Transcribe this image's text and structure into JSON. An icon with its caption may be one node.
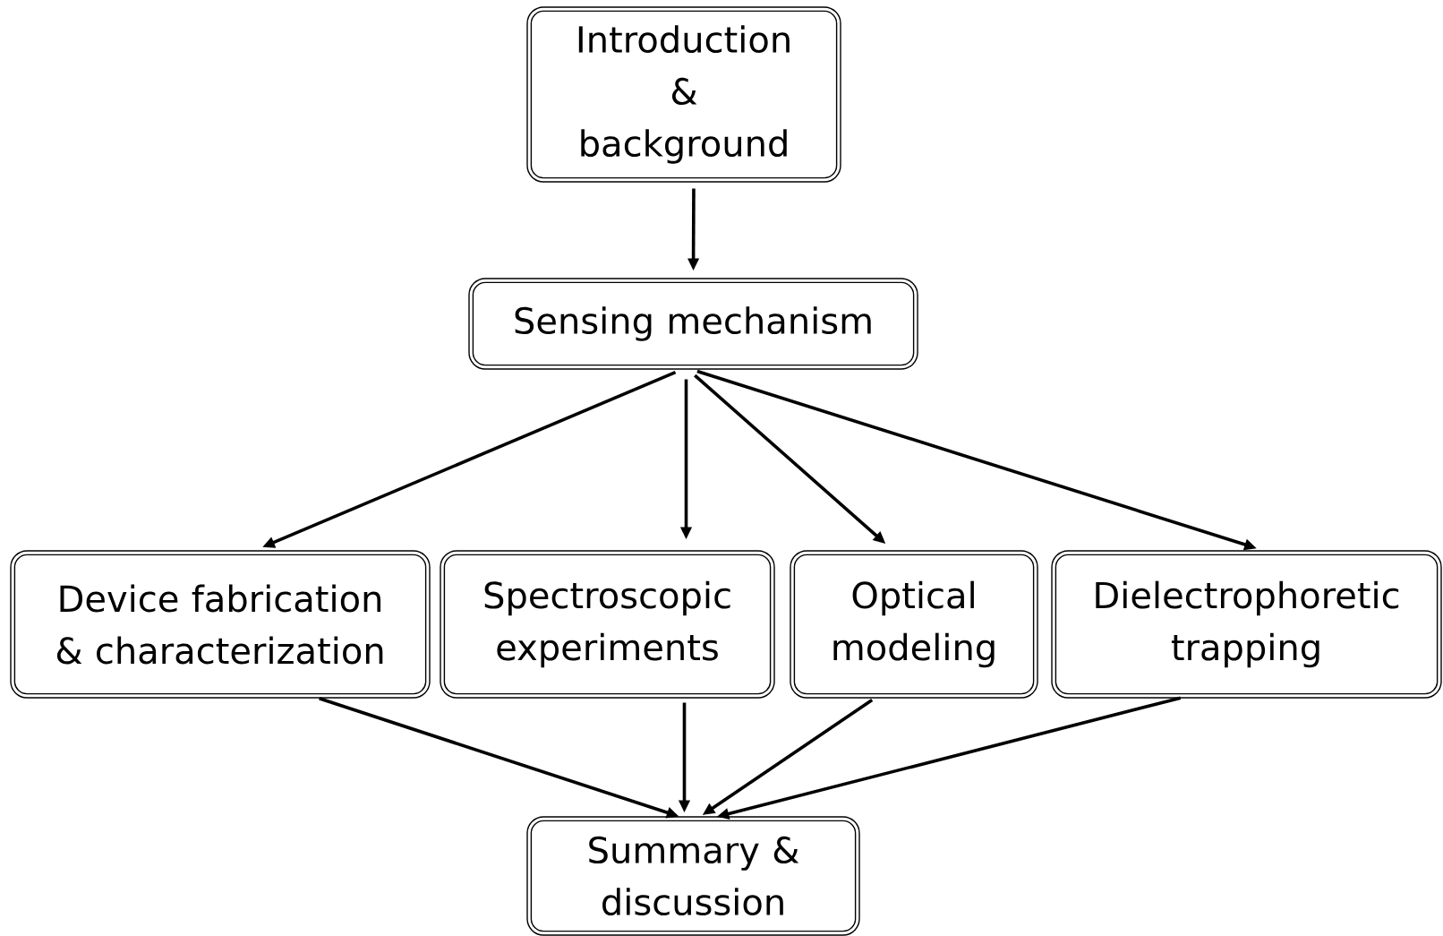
{
  "diagram": {
    "nodes": [
      {
        "text": [
          "Introduction & background"
        ]
      },
      {
        "text": [
          "Sensing mechanism"
        ]
      },
      {
        "text": [
          "Device fabrication & characterization"
        ]
      },
      {
        "text": [
          "Spectroscopic experiments"
        ]
      },
      {
        "text": [
          "Optical modeling"
        ]
      },
      {
        "text": [
          "Dielectrophoretic trapping"
        ]
      },
      {
        "text": [
          "Summary & discussion"
        ]
      }
    ],
    "edges": [
      {
        "from": 0,
        "to": 1,
        "arrow": "to"
      },
      {
        "from": 1,
        "to": 2,
        "arrow": "to"
      },
      {
        "from": 1,
        "to": 3,
        "arrow": "to"
      },
      {
        "from": 1,
        "to": 4,
        "arrow": "to"
      },
      {
        "from": 1,
        "to": 5,
        "arrow": "to"
      },
      {
        "from": 2,
        "to": 6,
        "arrow": "to"
      },
      {
        "from": 3,
        "to": 6,
        "arrow": "to"
      },
      {
        "from": 4,
        "to": 6,
        "arrow": "to"
      },
      {
        "from": 5,
        "to": 6,
        "arrow": "to"
      }
    ]
  }
}
